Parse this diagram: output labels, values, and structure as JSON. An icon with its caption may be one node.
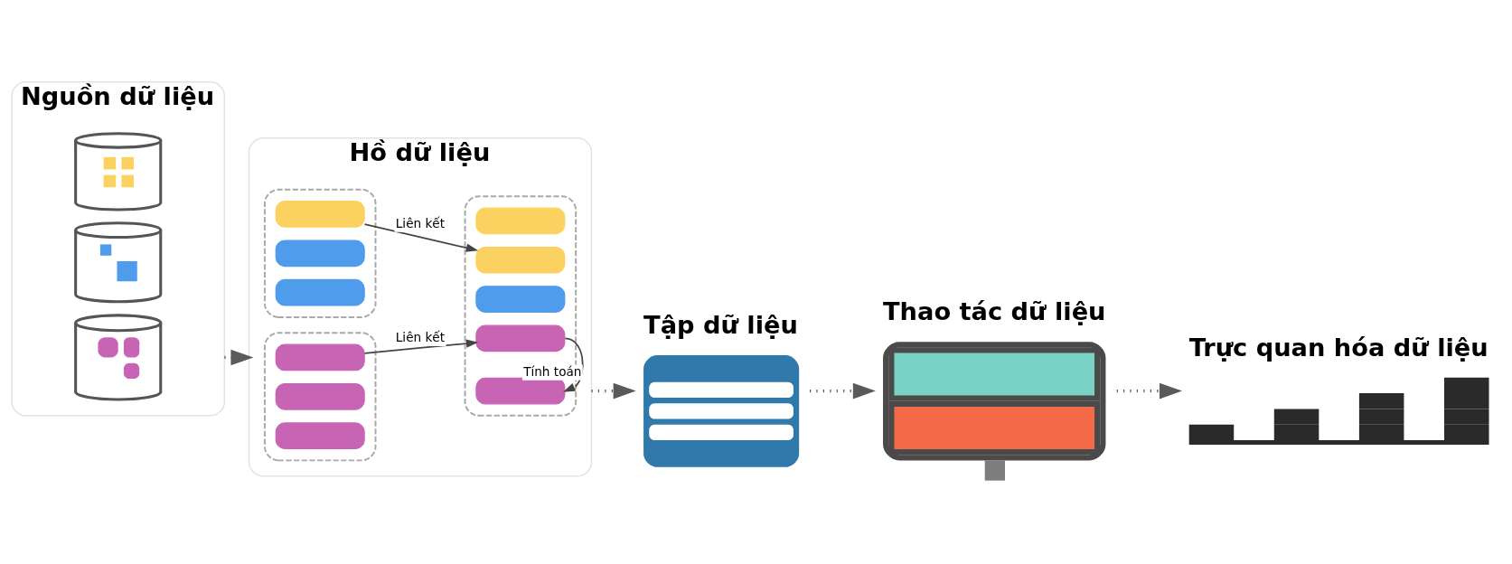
{
  "diagram": {
    "nodes": [
      {
        "text": [
          "Nguồn dữ liệu"
        ]
      },
      {
        "text": [],
        "shape": "cylinder",
        "in": 0
      },
      {
        "text": [],
        "shape": "cylinder",
        "in": 0
      },
      {
        "text": [],
        "shape": "cylinder",
        "in": 0
      },
      {
        "text": [
          "Hồ dữ liệu"
        ]
      },
      {
        "text": [],
        "shape": "box",
        "in": 4
      },
      {
        "text": [],
        "shape": "box",
        "in": 5
      },
      {
        "text": [],
        "shape": "box",
        "in": 5
      },
      {
        "text": [],
        "shape": "box",
        "in": 5
      },
      {
        "text": [],
        "shape": "box",
        "in": 4
      },
      {
        "text": [],
        "shape": "box",
        "in": 9
      },
      {
        "text": [],
        "shape": "box",
        "in": 9
      },
      {
        "text": [],
        "shape": "box",
        "in": 9
      },
      {
        "text": [],
        "shape": "box",
        "in": 9
      },
      {
        "text": [],
        "shape": "box",
        "in": 9
      },
      {
        "text": [],
        "shape": "box",
        "in": 4
      },
      {
        "text": [],
        "shape": "box",
        "in": 15
      },
      {
        "text": [],
        "shape": "box",
        "in": 15
      },
      {
        "text": [],
        "shape": "box",
        "in": 15
      },
      {
        "text": [
          "Tập dữ liệu"
        ]
      },
      {
        "text": [
          "Thao tác dữ liệu"
        ]
      },
      {
        "text": [
          "Trực quan hóa dữ liệu"
        ]
      }
    ],
    "edges": [
      {
        "from": 0,
        "to": 4,
        "arrow": "to",
        "style": "dashed"
      },
      {
        "from": 6,
        "to": 11,
        "arrow": "to",
        "label": "Liên kết"
      },
      {
        "from": 16,
        "to": 13,
        "arrow": "to",
        "label": "Liên kết"
      },
      {
        "from": 13,
        "to": 14,
        "arrow": "to",
        "label": "Tính toán"
      },
      {
        "from": 4,
        "to": 19,
        "arrow": "to",
        "style": "dashed"
      },
      {
        "from": 19,
        "to": 20,
        "arrow": "to",
        "style": "dashed"
      },
      {
        "from": 20,
        "to": 21,
        "arrow": "to",
        "style": "dashed"
      }
    ]
  }
}
